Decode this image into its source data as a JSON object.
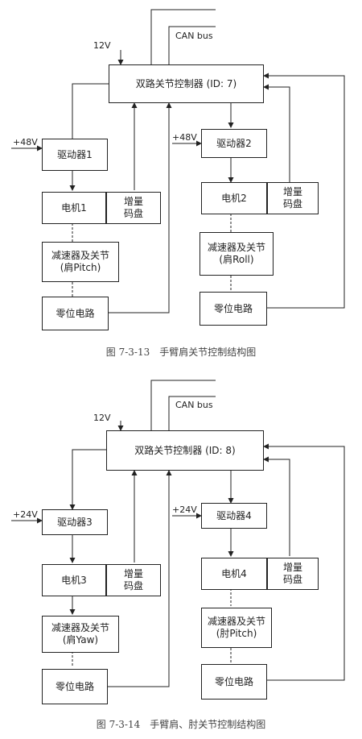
{
  "figures": [
    {
      "bus_label": "CAN bus",
      "supply_controller": "12V",
      "controller": "双路关节控制器 (ID: 7)",
      "left": {
        "supply": "+48V",
        "driver": "驱动器1",
        "motor": "电机1",
        "encoder_line1": "增量",
        "encoder_line2": "码盘",
        "reducer_line1": "减速器及关节",
        "reducer_line2": "(肩Pitch)",
        "zero": "零位电路"
      },
      "right": {
        "supply": "+48V",
        "driver": "驱动器2",
        "motor": "电机2",
        "encoder_line1": "增量",
        "encoder_line2": "码盘",
        "reducer_line1": "减速器及关节",
        "reducer_line2": "(肩Roll)",
        "zero": "零位电路"
      },
      "caption": "图 7-3-13　手臂肩关节控制结构图"
    },
    {
      "bus_label": "CAN bus",
      "supply_controller": "12V",
      "controller": "双路关节控制器 (ID: 8)",
      "left": {
        "supply": "+24V",
        "driver": "驱动器3",
        "motor": "电机3",
        "encoder_line1": "增量",
        "encoder_line2": "码盘",
        "reducer_line1": "减速器及关节",
        "reducer_line2": "(肩Yaw)",
        "zero": "零位电路"
      },
      "right": {
        "supply": "+24V",
        "driver": "驱动器4",
        "motor": "电机4",
        "encoder_line1": "增量",
        "encoder_line2": "码盘",
        "reducer_line1": "减速器及关节",
        "reducer_line2": "(肘Pitch)",
        "zero": "零位电路"
      },
      "caption": "图 7-3-14　手臂肩、肘关节控制结构图"
    }
  ]
}
